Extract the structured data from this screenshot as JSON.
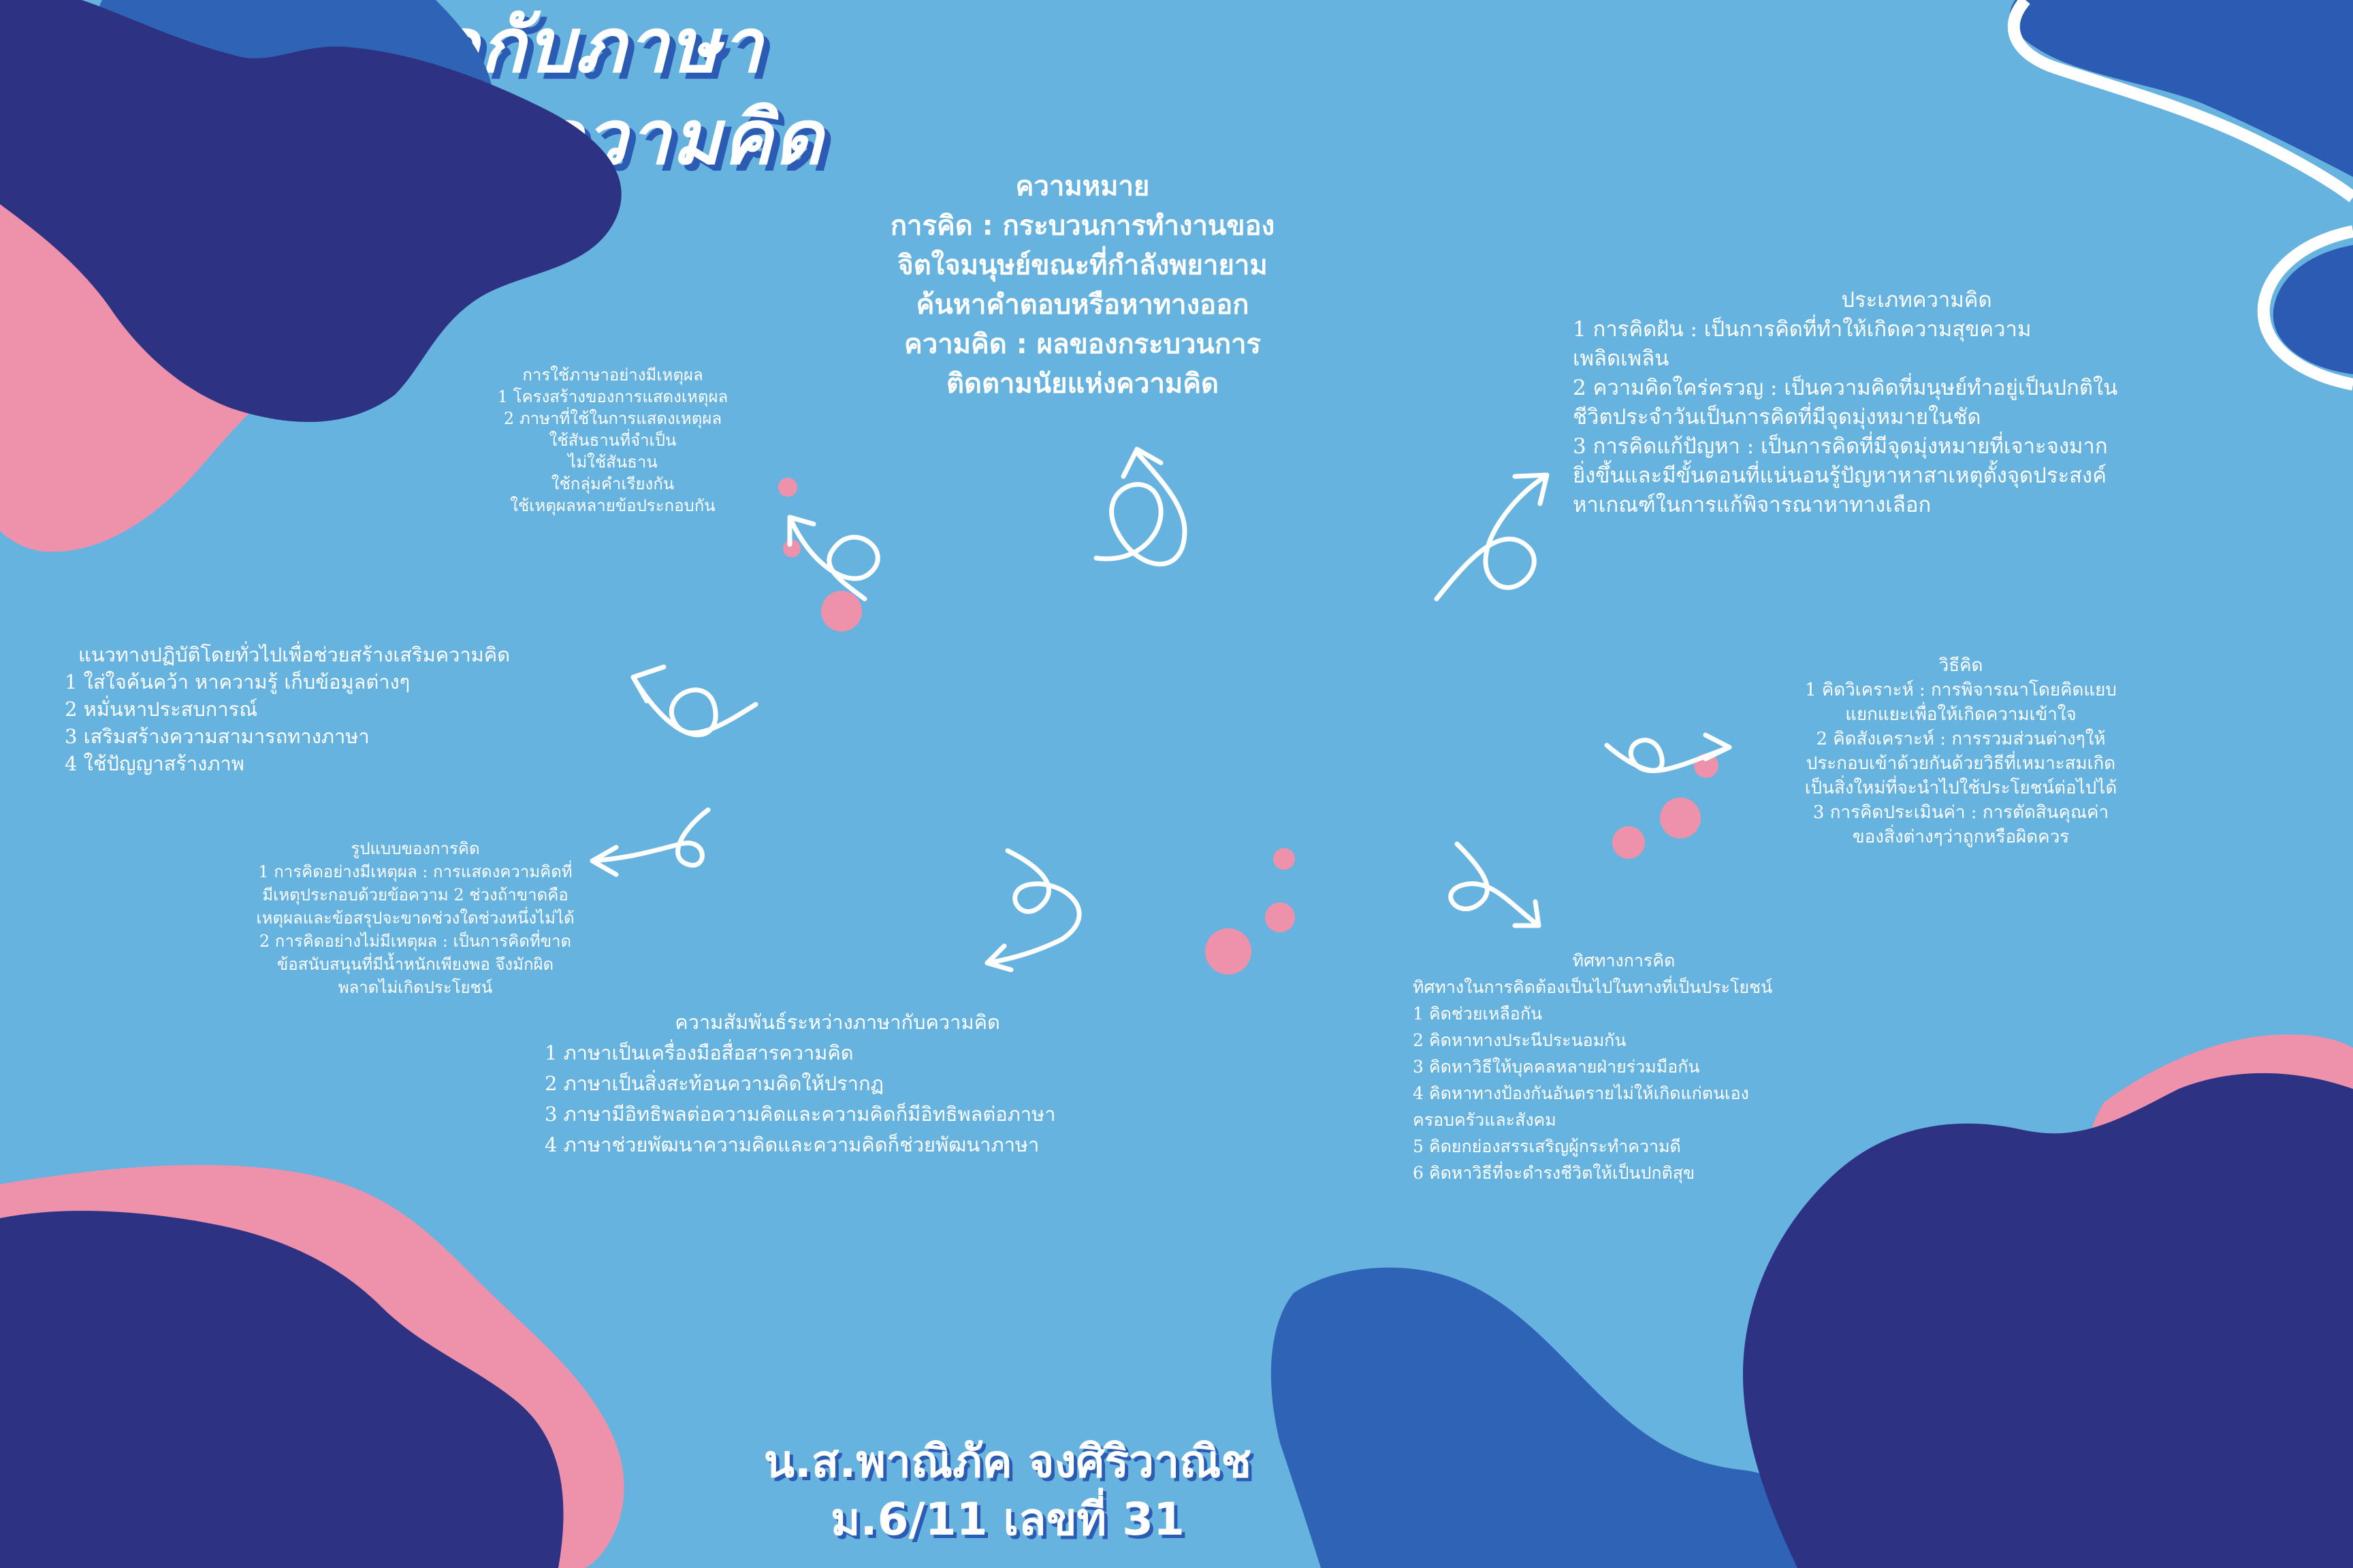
{
  "title": {
    "line1": "ความคิดกับภาษา",
    "line2": "ภาษาพัฒนาความคิด"
  },
  "meaning": {
    "heading": "ความหมาย",
    "lines": [
      "การคิด : กระบวนการทำงานของ",
      "จิตใจมนุษย์ขณะที่กำลังพยายาม",
      "ค้นหาคำตอบหรือหาทางออก",
      "ความคิด : ผลของกระบวนการ",
      "ติดตามนัยแห่งความคิด"
    ]
  },
  "types": {
    "heading": "ประเภทความคิด",
    "lines": [
      "1 การคิดฝัน : เป็นการคิดที่ทำให้เกิดความสุขความ",
      "เพลิดเพลิน",
      "2 ความคิดใคร่ครวญ : เป็นความคิดที่มนุษย์ทำอยู่เป็นปกติใน",
      "ชีวิตประจำวันเป็นการคิดที่มีจุดมุ่งหมายในชัด",
      "3 การคิดแก้ปัญหา : เป็นการคิดที่มีจุดมุ่งหมายที่เจาะจงมาก",
      "ยิ่งขึ้นและมีขั้นตอนที่แน่นอนรู้ปัญหาหาสาเหตุตั้งจุดประสงค์",
      "หาเกณฑ์ในการแก้พิจารณาหาทางเลือก"
    ]
  },
  "usage": {
    "heading": "การใช้ภาษาอย่างมีเหตุผล",
    "lines": [
      "1 โครงสร้างของการแสดงเหตุผล",
      "2 ภาษาที่ใช้ในการแสดงเหตุผล",
      "ใช้สันธานที่จำเป็น",
      "ไม่ใช้สันธาน",
      "ใช้กลุ่มคำเรียงกัน",
      "ใช้เหตุผลหลายข้อประกอบกัน"
    ]
  },
  "practice": {
    "heading": "แนวทางปฏิบัติโดยทั่วไปเพื่อช่วยสร้างเสริมความคิด",
    "lines": [
      "1 ใส่ใจค้นคว้า หาความรู้ เก็บข้อมูลต่างๆ",
      "2 หมั่นหาประสบการณ์",
      "3 เสริมสร้างความสามารถทางภาษา",
      "4 ใช้ปัญญาสร้างภาพ"
    ]
  },
  "methods": {
    "heading": "วิธีคิด",
    "lines": [
      "1 คิดวิเคราะห์ : การพิจารณาโดยคิดแยบ",
      "แยกแยะเพื่อให้เกิดความเข้าใจ",
      "2 คิดสังเคราะห์ : การรวมส่วนต่างๆให้",
      "ประกอบเข้าด้วยกันด้วยวิธีที่เหมาะสมเกิด",
      "เป็นสิ่งใหม่ที่จะนำไปใช้ประโยชน์ต่อไปได้",
      "3 การคิดประเมินค่า : การตัดสินคุณค่า",
      "ของสิ่งต่างๆว่าถูกหรือผิดควร"
    ]
  },
  "forms": {
    "heading": "รูปแบบของการคิด",
    "lines": [
      "1 การคิดอย่างมีเหตุผล : การแสดงความคิดที่",
      "มีเหตุประกอบด้วยข้อความ 2 ช่วงถ้าขาดคือ",
      "เหตุผลและข้อสรุปจะขาดช่วงใดช่วงหนึ่งไม่ได้",
      "2 การคิดอย่างไม่มีเหตุผล : เป็นการคิดที่ขาด",
      "ข้อสนับสนุนที่มีน้ำหนักเพียงพอ จึงมักผิด",
      "พลาดไม่เกิดประโยชน์"
    ]
  },
  "direction": {
    "heading": "ทิศทางการคิด",
    "lines": [
      "ทิศทางในการคิดต้องเป็นไปในทางที่เป็นประโยชน์",
      "1 คิดช่วยเหลือกัน",
      "2 คิดหาทางประนีประนอมกัน",
      "3 คิดหาวิธีให้บุคคลหลายฝ่ายร่วมมือกัน",
      "4 คิดหาทางป้องกันอันตรายไม่ให้เกิดแก่ตนเอง",
      "ครอบครัวและสังคม",
      "5 คิดยกย่องสรรเสริญผู้กระทำความดี",
      "6 คิดหาวิธีที่จะดำรงชีวิตให้เป็นปกติสุข"
    ]
  },
  "relation": {
    "heading": "ความสัมพันธ์ระหว่างภาษากับความคิด",
    "lines": [
      "1 ภาษาเป็นเครื่องมือสื่อสารความคิด",
      "2 ภาษาเป็นสิ่งสะท้อนความคิดให้ปรากฏ",
      "3 ภาษามีอิทธิพลต่อความคิดและความคิดก็มีอิทธิพลต่อภาษา",
      "4 ภาษาช่วยพัฒนาความคิดและความคิดก็ช่วยพัฒนาภาษา"
    ]
  },
  "author": {
    "name": "น.ส.พาณิภัค จงศิริวาณิช",
    "class": "ม.6/11 เลขที่ 31"
  },
  "colors": {
    "background": "#66b3e0",
    "navy": "#2e3283",
    "royal_blue": "#2e63b5",
    "pink": "#ee91ab",
    "text": "#ffffff"
  }
}
